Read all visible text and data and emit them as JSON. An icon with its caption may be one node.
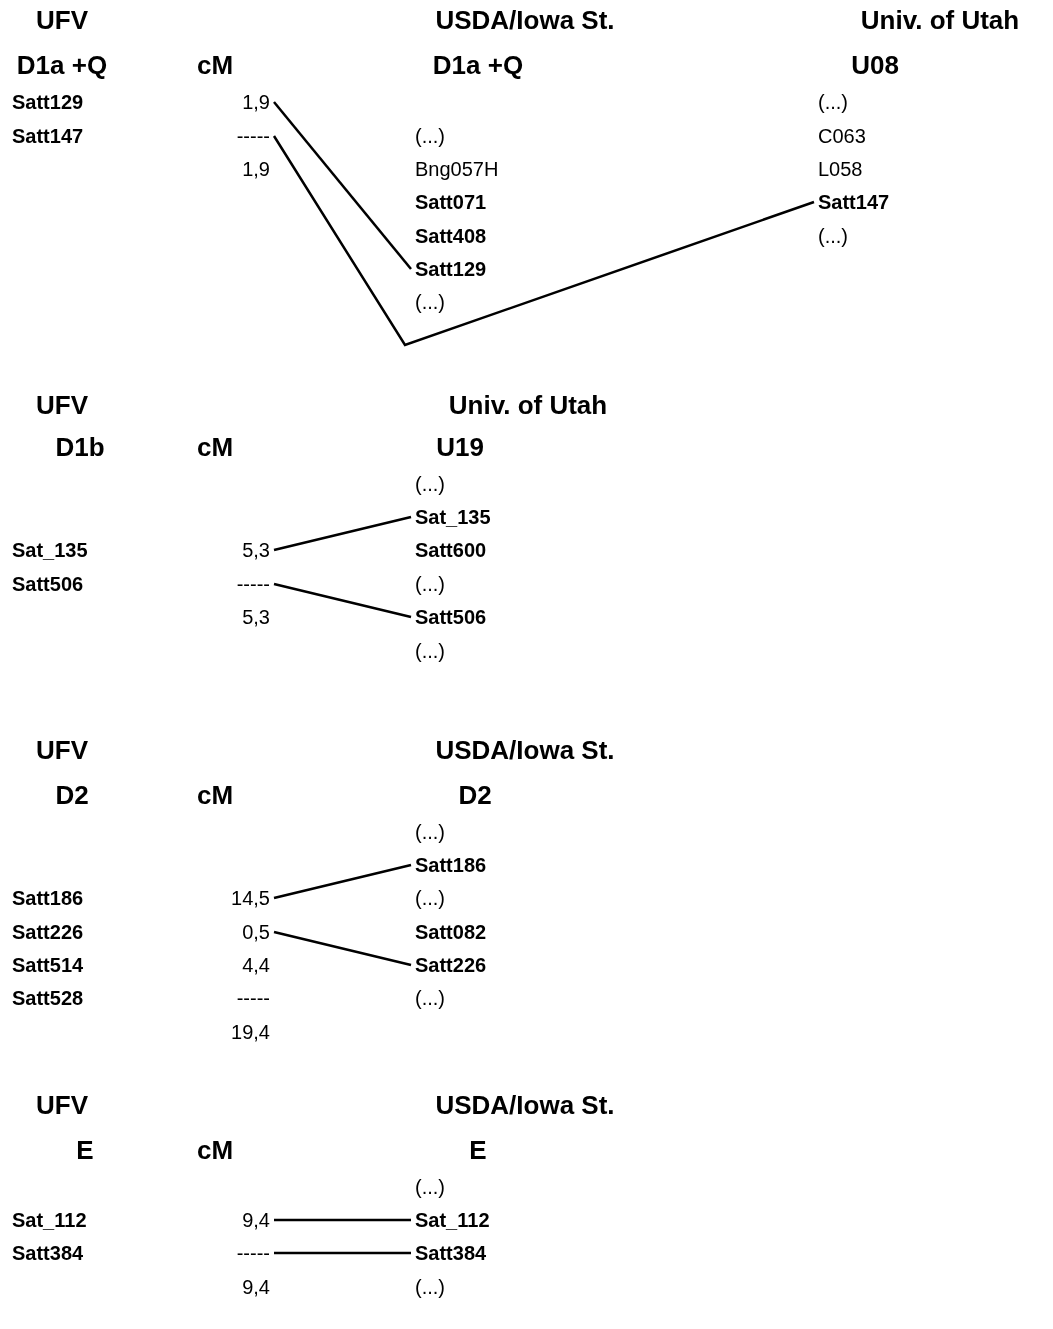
{
  "diagram": {
    "nodes": [
      {
        "text": [
          "1,9"
        ]
      },
      {
        "text": [
          "-----"
        ]
      },
      {
        "text": [
          "Satt147"
        ]
      },
      {
        "text": [
          "Satt129"
        ]
      },
      {
        "text": [
          "Sat_135"
        ]
      },
      {
        "text": [
          "5,3"
        ]
      },
      {
        "text": [
          "-----"
        ]
      },
      {
        "text": [
          "Satt506"
        ]
      },
      {
        "text": [
          "Satt186"
        ]
      },
      {
        "text": [
          "14,5"
        ]
      },
      {
        "text": [
          "0,5"
        ]
      },
      {
        "text": [
          "Satt226"
        ]
      },
      {
        "text": [
          "9,4"
        ]
      },
      {
        "text": [
          "Sat_112"
        ]
      },
      {
        "text": [
          "-----"
        ]
      },
      {
        "text": [
          "Satt384"
        ]
      }
    ],
    "edges": [
      {
        "from": 0,
        "to": 3,
        "arrow": "none"
      },
      {
        "from": 1,
        "to": 2,
        "arrow": "none"
      },
      {
        "from": 5,
        "to": 4,
        "arrow": "none"
      },
      {
        "from": 6,
        "to": 7,
        "arrow": "none"
      },
      {
        "from": 9,
        "to": 8,
        "arrow": "none"
      },
      {
        "from": 10,
        "to": 11,
        "arrow": "none"
      },
      {
        "from": 12,
        "to": 13,
        "arrow": "none"
      },
      {
        "from": 14,
        "to": 15,
        "arrow": "none"
      }
    ],
    "labels": [
      "UFV",
      "USDA/Iowa St.",
      "Univ. of Utah",
      "D1a +Q",
      "cM",
      "D1a +Q",
      "U08",
      "Satt129",
      "(...)",
      "Satt147",
      "(...)",
      "C063",
      "1,9",
      "Bng057H",
      "L058",
      "Satt071",
      "Satt408",
      "(...)",
      "(...)",
      "UFV",
      "Univ. of Utah",
      "D1b",
      "cM",
      "U19",
      "(...)",
      "Sat_135",
      "Satt600",
      "Satt506",
      "(...)",
      "5,3",
      "(...)",
      "UFV",
      "USDA/Iowa St.",
      "D2",
      "cM",
      "D2",
      "(...)",
      "Satt186",
      "(...)",
      "Satt226",
      "Satt082",
      "Satt514",
      "4,4",
      "Satt528",
      "-----",
      "(...)",
      "19,4",
      "UFV",
      "USDA/Iowa St.",
      "E",
      "cM",
      "E",
      "(...)",
      "Sat_112",
      "Satt384",
      "9,4",
      "(...)"
    ]
  }
}
